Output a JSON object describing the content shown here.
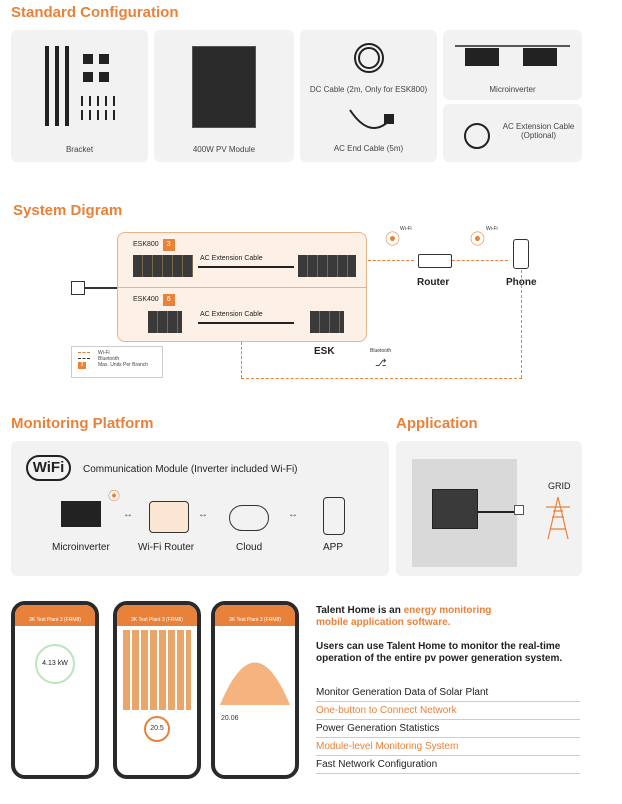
{
  "sections": {
    "standard": "Standard Configuration",
    "system": "System Digram",
    "monitoring": "Monitoring Platform",
    "application": "Application"
  },
  "standard": {
    "bracket": "Bracket",
    "pv_module": "400W PV Module",
    "dc_cable": "DC Cable (2m, Only for ESK800)",
    "ac_end_cable": "AC End Cable (5m)",
    "microinverter": "Microinverter",
    "ac_ext_cable": "AC Extension Cable",
    "ac_ext_optional": "(Optional)"
  },
  "system": {
    "esk800": "ESK800",
    "esk800_count": "3",
    "esk400": "ESK400",
    "esk400_count": "6",
    "ac_ext_1": "AC Extension Cable",
    "ac_ext_2": "AC Extension Cable",
    "esk": "ESK",
    "bluetooth": "Bluetooth",
    "wifi_1": "Wi-Fi",
    "wifi_2": "Wi-Fi",
    "router": "Router",
    "phone": "Phone",
    "legend_wifi": "Wi-Fi",
    "legend_bluetooth": "Bluetooth",
    "legend_max": "Max. Units Per Branch",
    "legend_badge": "3"
  },
  "monitoring": {
    "wifi_logo": "WiFi",
    "comm_module": "Communication Module (Inverter included Wi-Fi)",
    "microinverter": "Microinverter",
    "router": "Wi-Fi Router",
    "cloud": "Cloud",
    "app": "APP"
  },
  "application": {
    "grid": "GRID"
  },
  "phones": {
    "p1_title": "3K Test Plant 3 (FRM8)",
    "p1_power": "4.13 kW",
    "p2_title": "3K Test Plant 3 (FRM8)",
    "p2_value": "20.5",
    "p3_title": "3K Test Plant 3 (FRM8)",
    "p3_value": "20.06"
  },
  "app_text": {
    "line1_a": "Talent Home is an ",
    "line1_b": "energy monitoring",
    "line2": "mobile application software.",
    "para": "Users can use Talent Home to monitor the real-time operation of the entire pv power generation system.",
    "features": [
      "Monitor Generation Data of Solar Plant",
      "One-button to Connect Network",
      "Power Generation Statistics",
      "Module-level Monitoring System",
      "Fast Network Configuration"
    ]
  },
  "colors": {
    "accent": "#e8823a",
    "card": "#f2f2f2",
    "dark": "#2a2a2a"
  }
}
